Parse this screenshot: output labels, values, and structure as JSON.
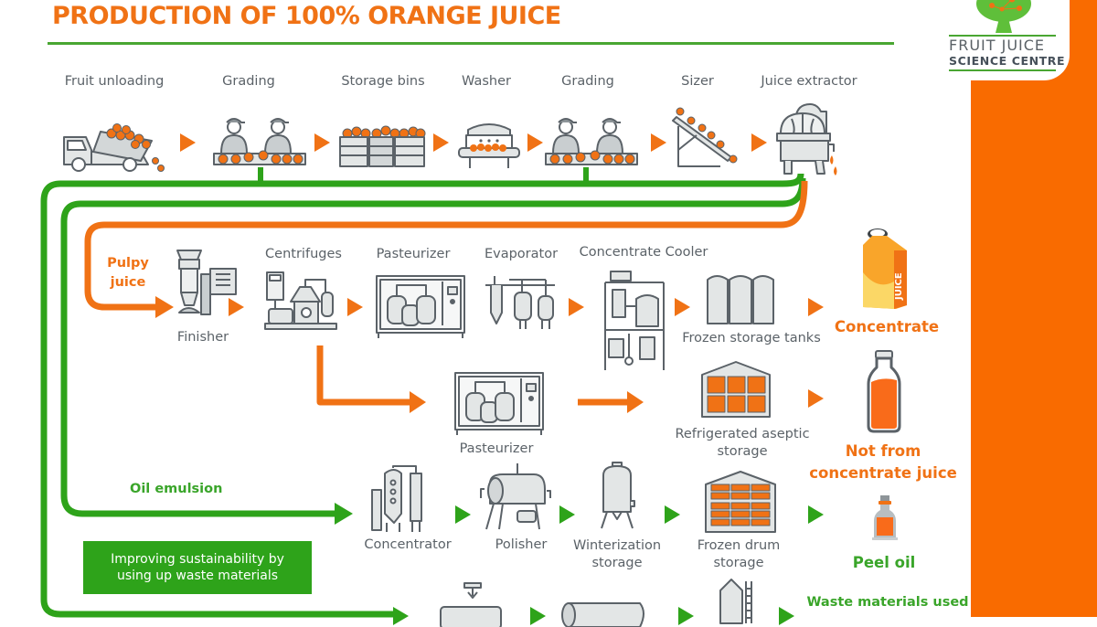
{
  "title": "PRODUCTION OF 100% ORANGE JUICE",
  "logo": {
    "line1": "FRUIT JUICE",
    "line2": "SCIENCE CENTRE",
    "icon": "tree-icon"
  },
  "colors": {
    "orange": "#f07215",
    "green": "#2ea31a",
    "side_band": "#f96b00",
    "icon_gray": "#5b6268",
    "icon_fill": "#e3e6e6"
  },
  "top_row": {
    "steps": [
      {
        "label": "Fruit unloading",
        "icon": "dump-truck-icon"
      },
      {
        "label": "Grading",
        "icon": "grading-workers-icon"
      },
      {
        "label": "Storage bins",
        "icon": "storage-bins-icon"
      },
      {
        "label": "Washer",
        "icon": "washer-icon"
      },
      {
        "label": "Grading",
        "icon": "grading-workers-icon"
      },
      {
        "label": "Sizer",
        "icon": "sizer-conveyor-icon"
      },
      {
        "label": "Juice extractor",
        "icon": "juice-extractor-icon"
      }
    ]
  },
  "flows": {
    "pulpy_juice": "Pulpy\njuice",
    "oil_emulsion": "Oil emulsion"
  },
  "concentrate_row": {
    "steps": [
      {
        "label": "Finisher",
        "icon": "finisher-icon"
      },
      {
        "label": "Centrifuges",
        "icon": "centrifuge-icon"
      },
      {
        "label": "Pasteurizer",
        "icon": "pasteurizer-icon"
      },
      {
        "label": "Evaporator",
        "icon": "evaporator-icon"
      },
      {
        "label": "Concentrate Cooler",
        "icon": "concentrate-cooler-icon"
      },
      {
        "label": "Frozen storage tanks",
        "icon": "storage-tanks-icon"
      }
    ],
    "output": {
      "label": "Concentrate",
      "icon": "juice-carton-icon",
      "carton_text": "JUICE"
    }
  },
  "nfc_row": {
    "steps": [
      {
        "label": "Pasteurizer",
        "icon": "pasteurizer-icon"
      },
      {
        "label": "Refrigerated aseptic storage",
        "icon": "warehouse-icon"
      }
    ],
    "output": {
      "label": "Not from concentrate juice",
      "icon": "juice-bottle-icon"
    }
  },
  "peel_oil_row": {
    "steps": [
      {
        "label": "Concentrator",
        "icon": "concentrator-icon"
      },
      {
        "label": "Polisher",
        "icon": "polisher-icon"
      },
      {
        "label": "Winterization storage",
        "icon": "winterization-tank-icon"
      },
      {
        "label": "Frozen drum storage",
        "icon": "warehouse-icon"
      }
    ],
    "output": {
      "label": "Peel oil",
      "icon": "oil-bottle-icon"
    }
  },
  "waste_row": {
    "steps": [
      {
        "icon": "press-icon"
      },
      {
        "icon": "dryer-drum-icon"
      },
      {
        "icon": "silo-icon"
      }
    ],
    "output": {
      "label": "Waste materials used"
    }
  },
  "sustainability_note": "Improving sustainability by using up waste materials"
}
